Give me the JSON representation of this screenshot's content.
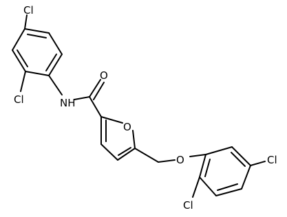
{
  "molecule": {
    "atoms": {
      "cl_top_left": "Cl",
      "cl_left": "Cl",
      "nh": "NH",
      "o_carbonyl": "O",
      "o_furan": "O",
      "o_ether": "O",
      "cl_right": "Cl",
      "cl_bottom": "Cl"
    }
  }
}
